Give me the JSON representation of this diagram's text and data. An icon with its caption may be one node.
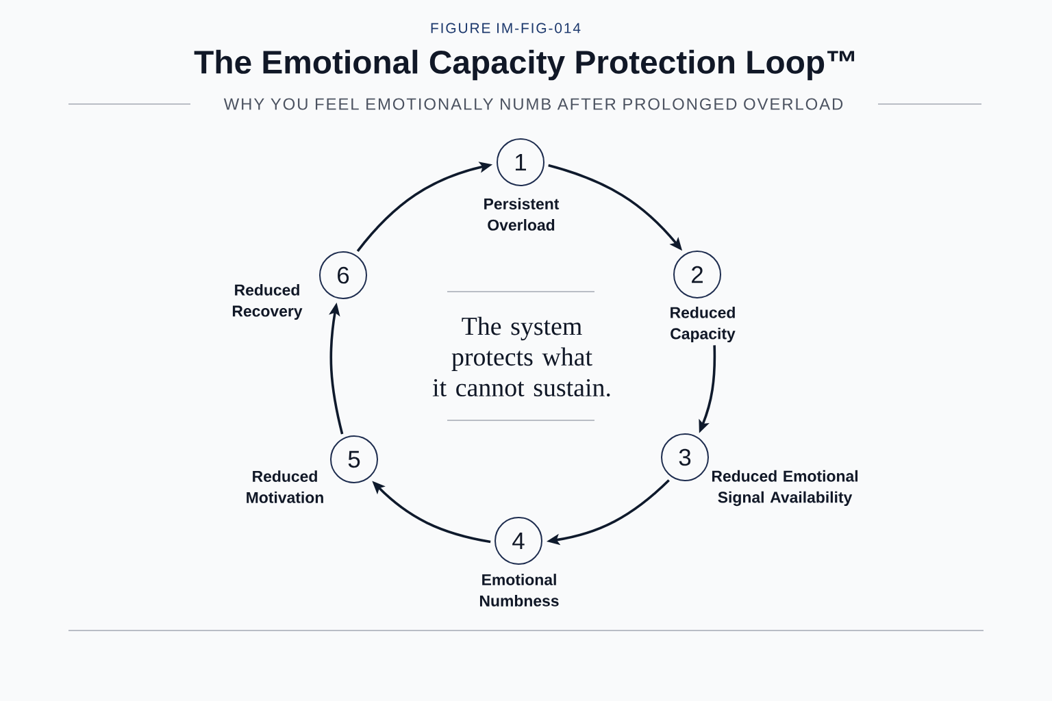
{
  "diagram": {
    "title": "The Emotional Capacity Protection Loop™",
    "nodes": [
      {
        "text": [
          "1"
        ],
        "beside": [
          "Persistent Overload"
        ]
      },
      {
        "text": [
          "2"
        ],
        "beside": [
          "Reduced Capacity"
        ]
      },
      {
        "text": [
          "3"
        ],
        "beside": [
          "Reduced Emotional Signal Availability"
        ]
      },
      {
        "text": [
          "4"
        ],
        "beside": [
          "Emotional Numbness"
        ]
      },
      {
        "text": [
          "5"
        ],
        "beside": [
          "Reduced Motivation"
        ]
      },
      {
        "text": [
          "6"
        ],
        "beside": [
          "Reduced Recovery"
        ]
      }
    ],
    "edges": [
      {
        "from": 0,
        "to": 1,
        "arrow": "to"
      },
      {
        "from": 1,
        "to": 2,
        "arrow": "to"
      },
      {
        "from": 2,
        "to": 3,
        "arrow": "to"
      },
      {
        "from": 3,
        "to": 4,
        "arrow": "to"
      },
      {
        "from": 4,
        "to": 5,
        "arrow": "to"
      },
      {
        "from": 5,
        "to": 0,
        "arrow": "to"
      }
    ],
    "labels": [
      "FIGURE IM-FIG-014",
      "WHY YOU FEEL EMOTIONALLY NUMB AFTER PROLONGED OVERLOAD",
      "The system protects what it cannot sustain."
    ]
  }
}
